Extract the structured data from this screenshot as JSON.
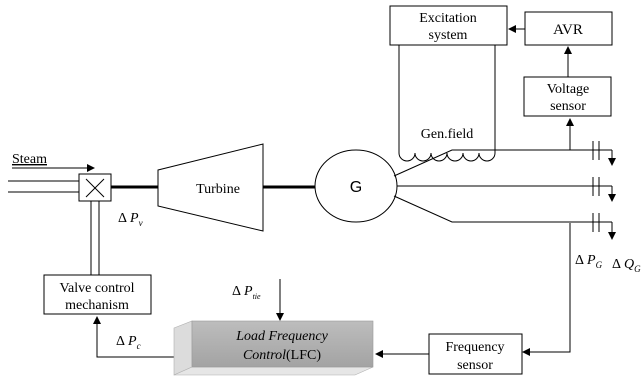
{
  "labels": {
    "excitation_line1": "Excitation",
    "excitation_line2": "system",
    "avr": "AVR",
    "gen_field": "Gen.field",
    "voltage_line1": "Voltage",
    "voltage_line2": "sensor",
    "steam": "Steam",
    "turbine": "Turbine",
    "generator": "G",
    "valve_line1": "Valve control",
    "valve_line2": "mechanism",
    "lfc_line1": "Load Frequency",
    "lfc_line2_italic": "Control",
    "lfc_line2_plain": "(LFC)",
    "freq_line1": "Frequency",
    "freq_line2": "sensor"
  },
  "signals": {
    "delta": "Δ",
    "pv_main": "P",
    "pv_sub": "v",
    "pc_main": "P",
    "pc_sub": "c",
    "ptie_main": "P",
    "ptie_sub": "tie",
    "pg_main": "P",
    "pg_sub": "G",
    "qg_main": "Q",
    "qg_sub": "G"
  }
}
